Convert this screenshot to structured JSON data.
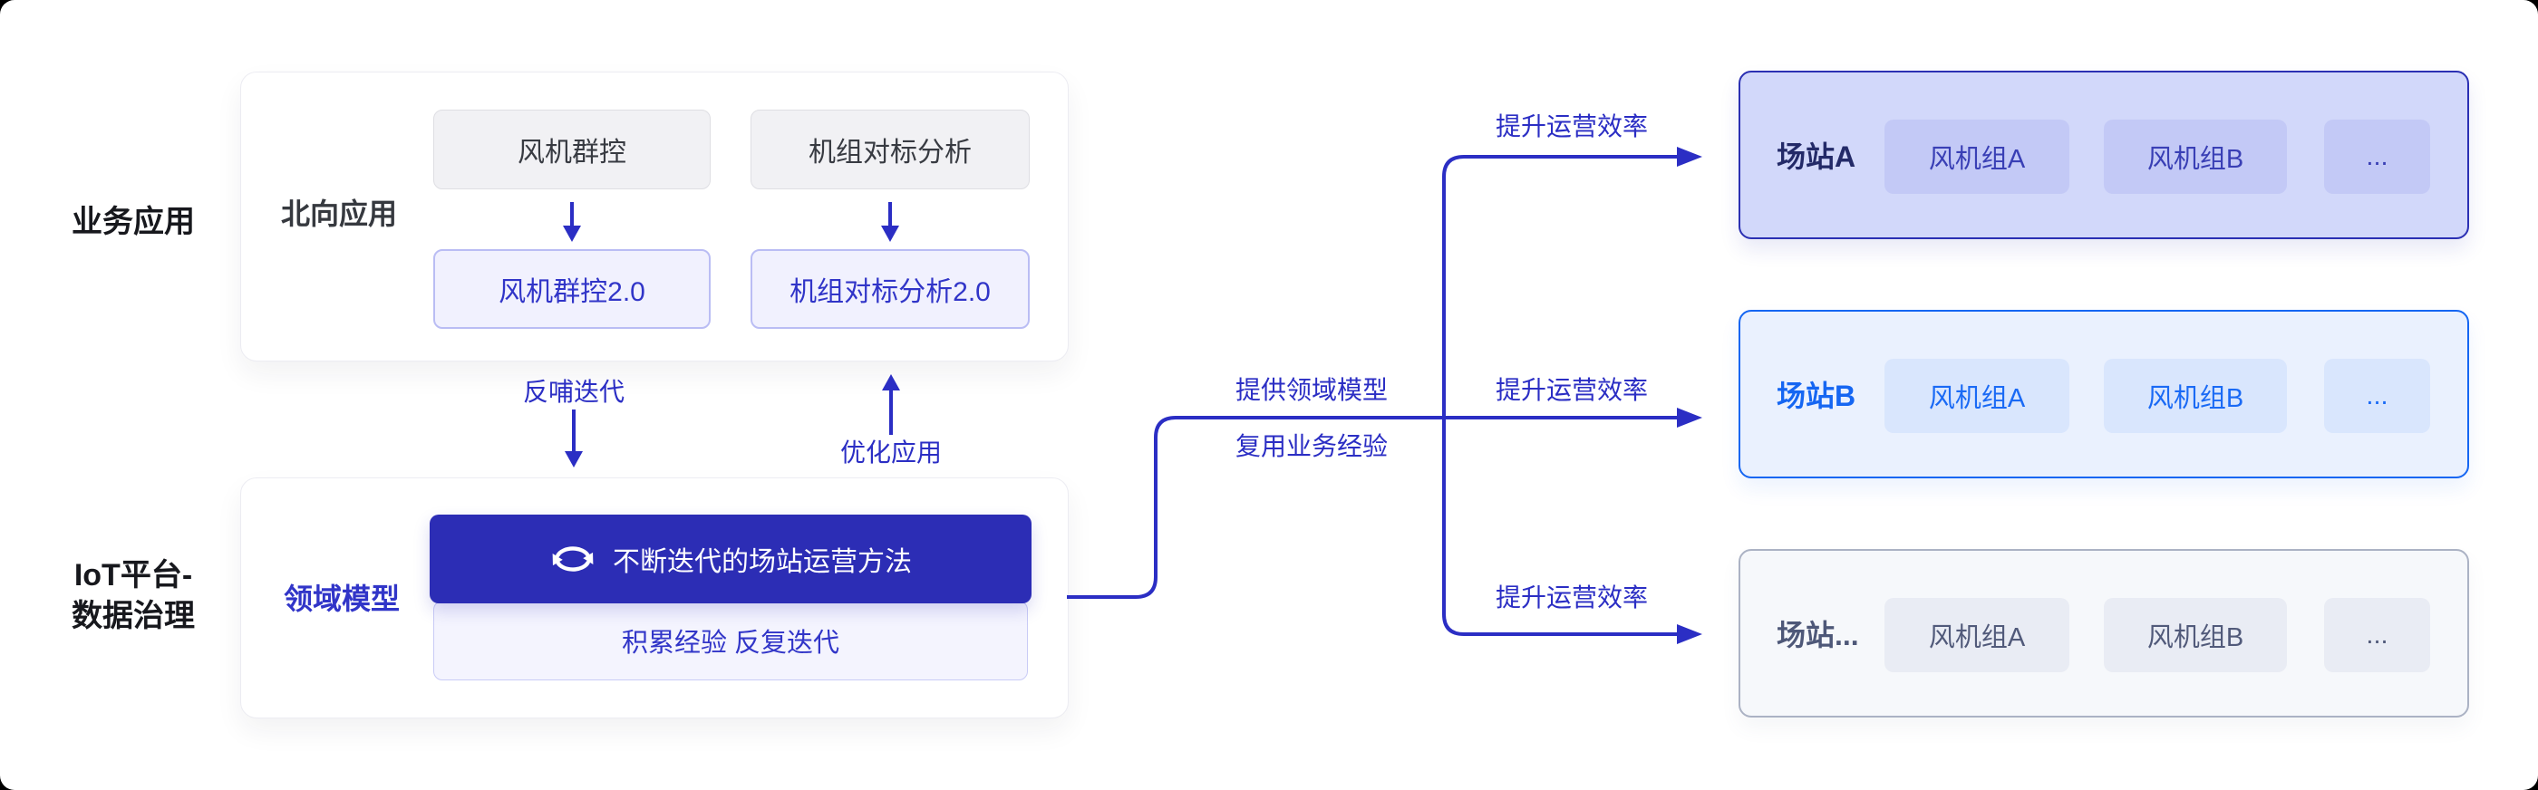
{
  "left_labels": {
    "business": "业务应用",
    "iot_line1": "IoT平台-",
    "iot_line2": "数据治理"
  },
  "north_panel": {
    "label": "北向应用",
    "apps": [
      {
        "v1": "风机群控",
        "v2": "风机群控2.0"
      },
      {
        "v1": "机组对标分析",
        "v2": "机组对标分析2.0"
      }
    ]
  },
  "feedback": {
    "down": "反哺迭代",
    "up": "优化应用"
  },
  "domain_panel": {
    "label": "领域模型",
    "icon": "loop-icon",
    "method": "不断迭代的场站运营方法",
    "experience": "积累经验 反复迭代"
  },
  "flow_labels": {
    "provide": "提供领域模型",
    "reuse": "复用业务经验",
    "efficiency": "提升运营效率"
  },
  "stations": [
    {
      "name": "场站A",
      "groups": [
        "风机组A",
        "风机组B",
        "..."
      ]
    },
    {
      "name": "场站B",
      "groups": [
        "风机组A",
        "风机组B",
        "..."
      ]
    },
    {
      "name": "场站...",
      "groups": [
        "风机组A",
        "风机组B",
        "..."
      ]
    }
  ],
  "colors": {
    "accent_indigo": "#2b2ec4",
    "dark_box_bg": "#2c2db5",
    "lavender_box_bg": "#f1f1fe",
    "gray_box_bg": "#f1f1f4",
    "station_a_bg": "#d2d8fa",
    "station_a_border": "#2b30b3",
    "station_b_bg": "#eaf1fe",
    "station_b_border": "#1566f2",
    "station_c_bg": "#f6f8fb",
    "station_c_border": "#abb2c4"
  }
}
